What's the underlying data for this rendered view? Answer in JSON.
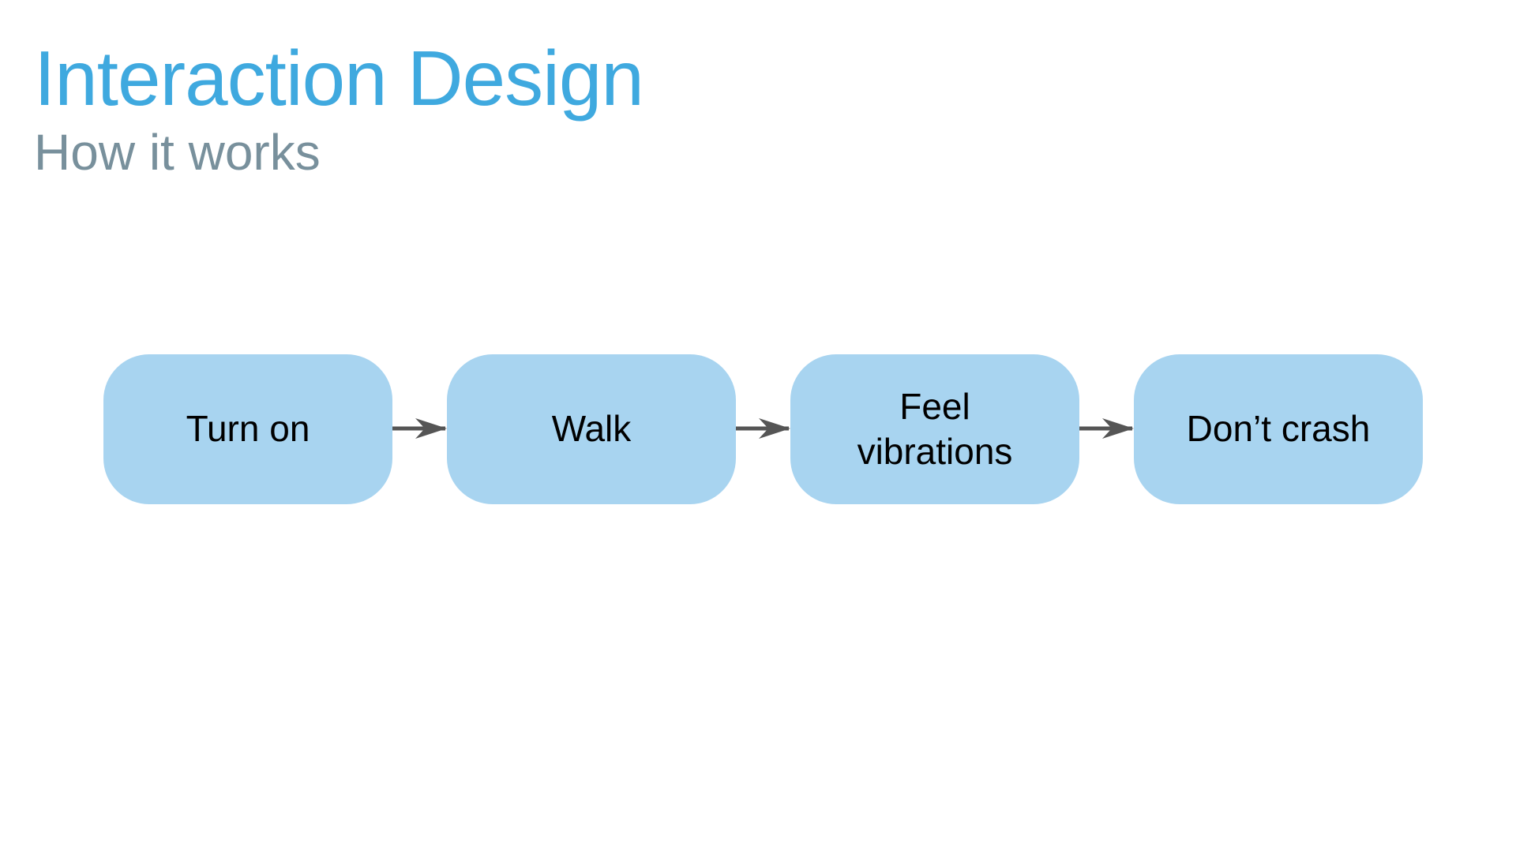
{
  "slide": {
    "title": "Interaction Design",
    "subtitle": "How it works"
  },
  "flow": {
    "steps": [
      {
        "label": "Turn on"
      },
      {
        "label": "Walk"
      },
      {
        "label": "Feel vibrations"
      },
      {
        "label": "Don’t crash"
      }
    ]
  },
  "colors": {
    "title": "#3FA9DF",
    "subtitle": "#78909C",
    "box_fill": "#A8D4F0",
    "arrow": "#555555",
    "text": "#000000"
  }
}
